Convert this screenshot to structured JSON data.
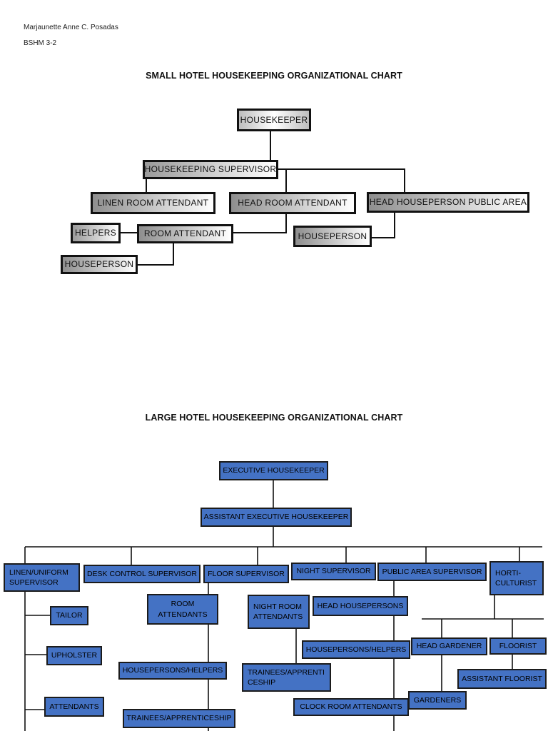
{
  "header": {
    "author": "Marjaunette Anne C. Posadas",
    "section": "BSHM 3-2"
  },
  "small_chart": {
    "title": "SMALL HOTEL HOUSEKEEPING ORGANIZATIONAL CHART",
    "housekeeper": "HOUSEKEEPER",
    "supervisor": "HOUSEKEEPING SUPERVISOR",
    "linen_room_attendant": "LINEN ROOM ATTENDANT",
    "head_room_attendant": "HEAD ROOM ATTENDANT",
    "head_houseperson_public_area": "HEAD HOUSEPERSON PUBLIC AREA",
    "helpers": "HELPERS",
    "room_attendant": "ROOM ATTENDANT",
    "houseperson_public": "HOUSEPERSON",
    "houseperson_room": "HOUSEPERSON"
  },
  "large_chart": {
    "title": "LARGE HOTEL HOUSEKEEPING ORGANIZATIONAL CHART",
    "executive_housekeeper": "EXECUTIVE HOUSEKEEPER",
    "assistant_executive_housekeeper": "ASSISTANT EXECUTIVE HOUSEKEEPER",
    "linen_uniform_supervisor": "LINEN/UNIFORM SUPERVISOR",
    "desk_control_supervisor": "DESK CONTROL SUPERVISOR",
    "floor_supervisor": "FLOOR SUPERVISOR",
    "night_supervisor": "NIGHT SUPERVISOR",
    "public_area_supervisor": "PUBLIC AREA SUPERVISOR",
    "horticulturist": "HORTI-CULTURIST",
    "tailor": "TAILOR",
    "upholster": "UPHOLSTER",
    "attendants": "ATTENDANTS",
    "room_attendants": "ROOM ATTENDANTS",
    "housepersons_helpers_floor": "HOUSEPERSONS/HELPERS",
    "trainees_apprenticeship_floor": "TRAINEES/APPRENTICESHIP",
    "night_room_attendants": "NIGHT ROOM ATTENDANTS",
    "trainees_apprenticeship_night": "TRAINEES/APPRENTICESHIP",
    "head_housepersons": "HEAD HOUSEPERSONS",
    "housepersons_helpers_public": "HOUSEPERSONS/HELPERS",
    "clock_room_attendants": "CLOCK ROOM ATTENDANTS",
    "head_gardener": "HEAD GARDENER",
    "gardeners": "GARDENERS",
    "floorist": "FLOORIST",
    "assistant_floorist": "ASSISTANT FLOORIST"
  }
}
